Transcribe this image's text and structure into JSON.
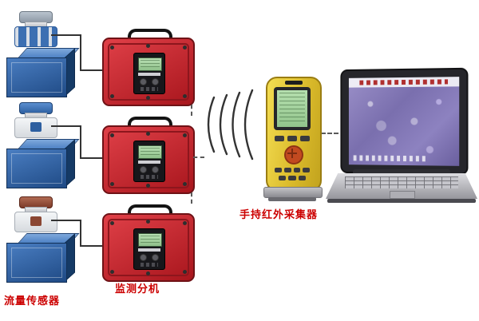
{
  "labels": {
    "flow_sensor": "流量传感器",
    "monitor_unit": "监测分机",
    "handheld": "手持红外采集器"
  },
  "diagram": {
    "flow_sensor_count": 3,
    "monitor_unit_count": 3,
    "connection_style": "dashed wired links plus wireless infrared waves to handheld, handheld linked to laptop"
  },
  "colors": {
    "caption_red": "#cc0000",
    "monitor_box_red": "#c8252c",
    "tank_blue": "#2d5fa0",
    "handheld_yellow": "#e6c431",
    "lcd_green": "#a8d8a0",
    "laptop_screen_purple": "#7a6fae"
  }
}
